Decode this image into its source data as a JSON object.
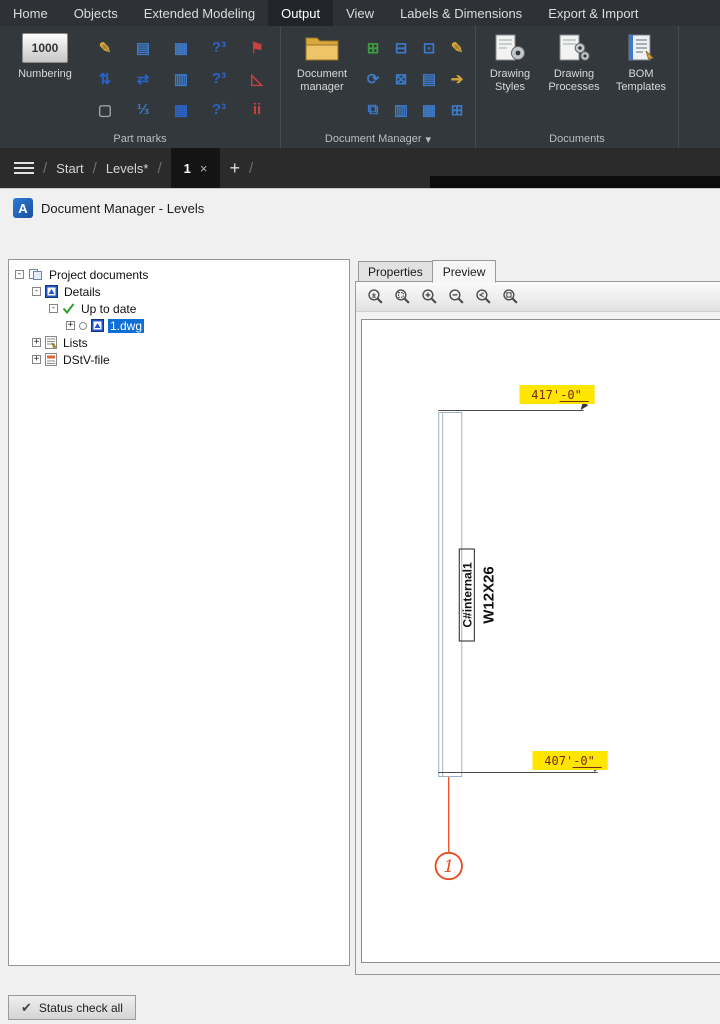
{
  "ribbon": {
    "tabs": [
      "Home",
      "Objects",
      "Extended Modeling",
      "Output",
      "View",
      "Labels & Dimensions",
      "Export & Import"
    ],
    "active_tab": "Output",
    "numbering": {
      "label": "Numbering",
      "icon_text": "1000"
    },
    "part_marks": {
      "label": "Part marks",
      "icons": [
        {
          "glyph": "✎",
          "color": "#d2a23c"
        },
        {
          "glyph": "▤",
          "color": "#3d7ac8"
        },
        {
          "glyph": "▦",
          "color": "#3d7ac8"
        },
        {
          "glyph": "?³",
          "color": "#2a63c8"
        },
        {
          "glyph": "⚑",
          "color": "#c84141"
        },
        {
          "glyph": "⇅",
          "color": "#2a63c8"
        },
        {
          "glyph": "⇄",
          "color": "#2a63c8"
        },
        {
          "glyph": "▥",
          "color": "#3d7ac8"
        },
        {
          "glyph": "?³",
          "color": "#2a63c8"
        },
        {
          "glyph": "◺",
          "color": "#c84141"
        },
        {
          "glyph": "▢",
          "color": "#98a0a8"
        },
        {
          "glyph": "⅓",
          "color": "#3d7ac8"
        },
        {
          "glyph": "▦",
          "color": "#2a63c8"
        },
        {
          "glyph": "?³",
          "color": "#2a63c8"
        },
        {
          "glyph": "ii",
          "color": "#c84141"
        }
      ]
    },
    "dm_group": {
      "label": "Document Manager",
      "caret": "▾",
      "button_label": "Document manager",
      "icons": [
        {
          "glyph": "⊞",
          "color": "#3f9e3f"
        },
        {
          "glyph": "⊟",
          "color": "#3d7ac8"
        },
        {
          "glyph": "⊡",
          "color": "#3d7ac8"
        },
        {
          "glyph": "✎",
          "color": "#d2a23c"
        },
        {
          "glyph": "⟳",
          "color": "#3d7ac8"
        },
        {
          "glyph": "⊠",
          "color": "#3d7ac8"
        },
        {
          "glyph": "▤",
          "color": "#3d7ac8"
        },
        {
          "glyph": "➔",
          "color": "#d2a23c"
        },
        {
          "glyph": "⧉",
          "color": "#3d7ac8"
        },
        {
          "glyph": "▥",
          "color": "#3d7ac8"
        },
        {
          "glyph": "▦",
          "color": "#3d7ac8"
        },
        {
          "glyph": "⊞",
          "color": "#3d7ac8"
        }
      ]
    },
    "docs_group": {
      "label": "Documents",
      "buttons": [
        "Drawing Styles",
        "Drawing Processes",
        "BOM Templates"
      ]
    }
  },
  "file_tabs": {
    "sep": "/",
    "start": "Start",
    "levels": "Levels*",
    "active": "1",
    "close": "×",
    "add": "+"
  },
  "dialog": {
    "title": "Document Manager - Levels",
    "tree": [
      {
        "label": "Project documents",
        "expander": "-"
      },
      {
        "label": "Details",
        "expander": "-"
      },
      {
        "label": "Up to date",
        "expander": "-"
      },
      {
        "label": "1.dwg",
        "expander": "+"
      },
      {
        "label": "Lists",
        "expander": "+"
      },
      {
        "label": "DStV-file",
        "expander": "+"
      }
    ],
    "panel_tabs": {
      "properties": "Properties",
      "preview": "Preview",
      "active": "Preview"
    },
    "preview": {
      "top_level_text": "417'-0\"",
      "bottom_level_text": "407'-0\"",
      "member_mark": "C#internal1",
      "member_section": "W12X26",
      "grid_bubble": "1"
    },
    "status_button": "Status check all"
  },
  "colors": {
    "highlight_yellow": "#ffe600",
    "grid_orange": "#e8491d",
    "selection_blue": "#0f6fd6",
    "dim_text": "#7a2a1a",
    "ribbon_dark": "#2e3236"
  }
}
